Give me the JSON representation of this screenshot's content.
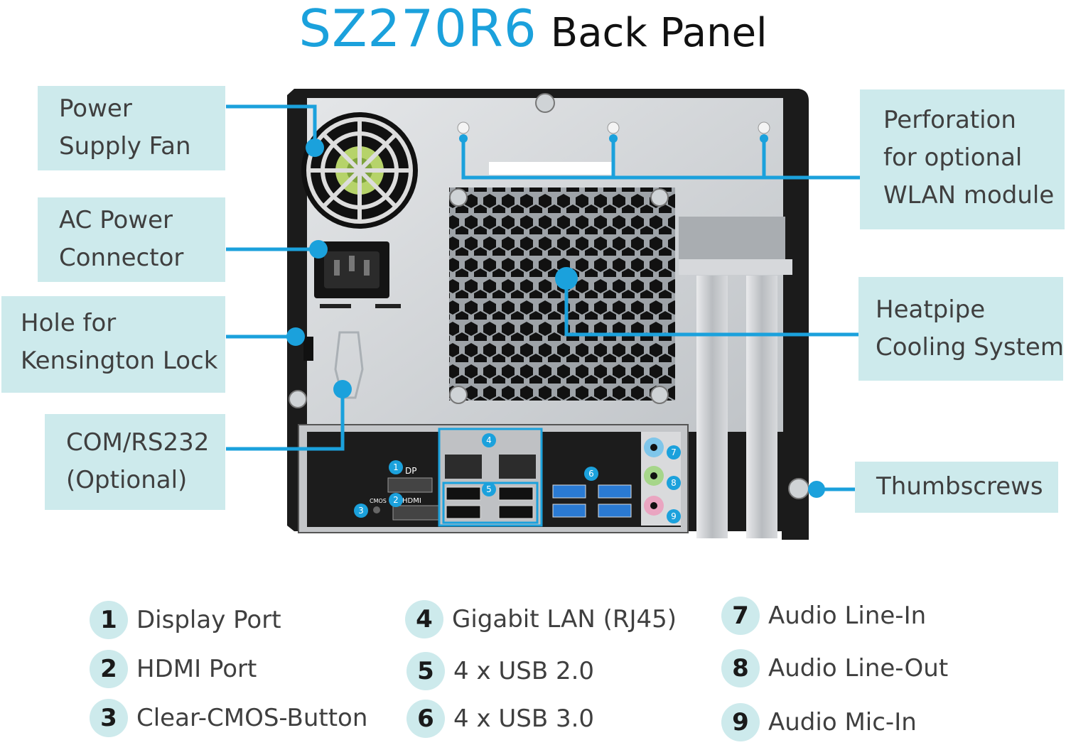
{
  "title": {
    "model": "SZ270R6",
    "subtitle": "Back Panel"
  },
  "callouts": {
    "power_fan": [
      "Power",
      "Supply Fan"
    ],
    "ac_power": [
      "AC Power",
      "Connector"
    ],
    "kensington": [
      "Hole for",
      "Kensington Lock"
    ],
    "com": [
      "COM/RS232",
      "(Optional)"
    ],
    "wlan": [
      "Perforation",
      "for optional",
      "WLAN module"
    ],
    "heatpipe": [
      "Heatpipe",
      "Cooling System"
    ],
    "thumbscrews": [
      "Thumbscrews"
    ]
  },
  "port_labels": {
    "dp": "DP",
    "hdmi": "HDMI",
    "cmos": "CMOS"
  },
  "legend": [
    {
      "num": "1",
      "label": "Display Port"
    },
    {
      "num": "2",
      "label": "HDMI Port"
    },
    {
      "num": "3",
      "label": "Clear-CMOS-Button"
    },
    {
      "num": "4",
      "label": "Gigabit LAN (RJ45)"
    },
    {
      "num": "5",
      "label": "4 x USB 2.0"
    },
    {
      "num": "6",
      "label": "4 x USB 3.0"
    },
    {
      "num": "7",
      "label": "Audio Line-In"
    },
    {
      "num": "8",
      "label": "Audio Line-Out"
    },
    {
      "num": "9",
      "label": "Audio Mic-In"
    }
  ],
  "colors": {
    "accent": "#1ba1dc",
    "callout_bg": "#cdeaec",
    "chassis": "#1a1a1a",
    "panel": "#c9ccd0"
  }
}
